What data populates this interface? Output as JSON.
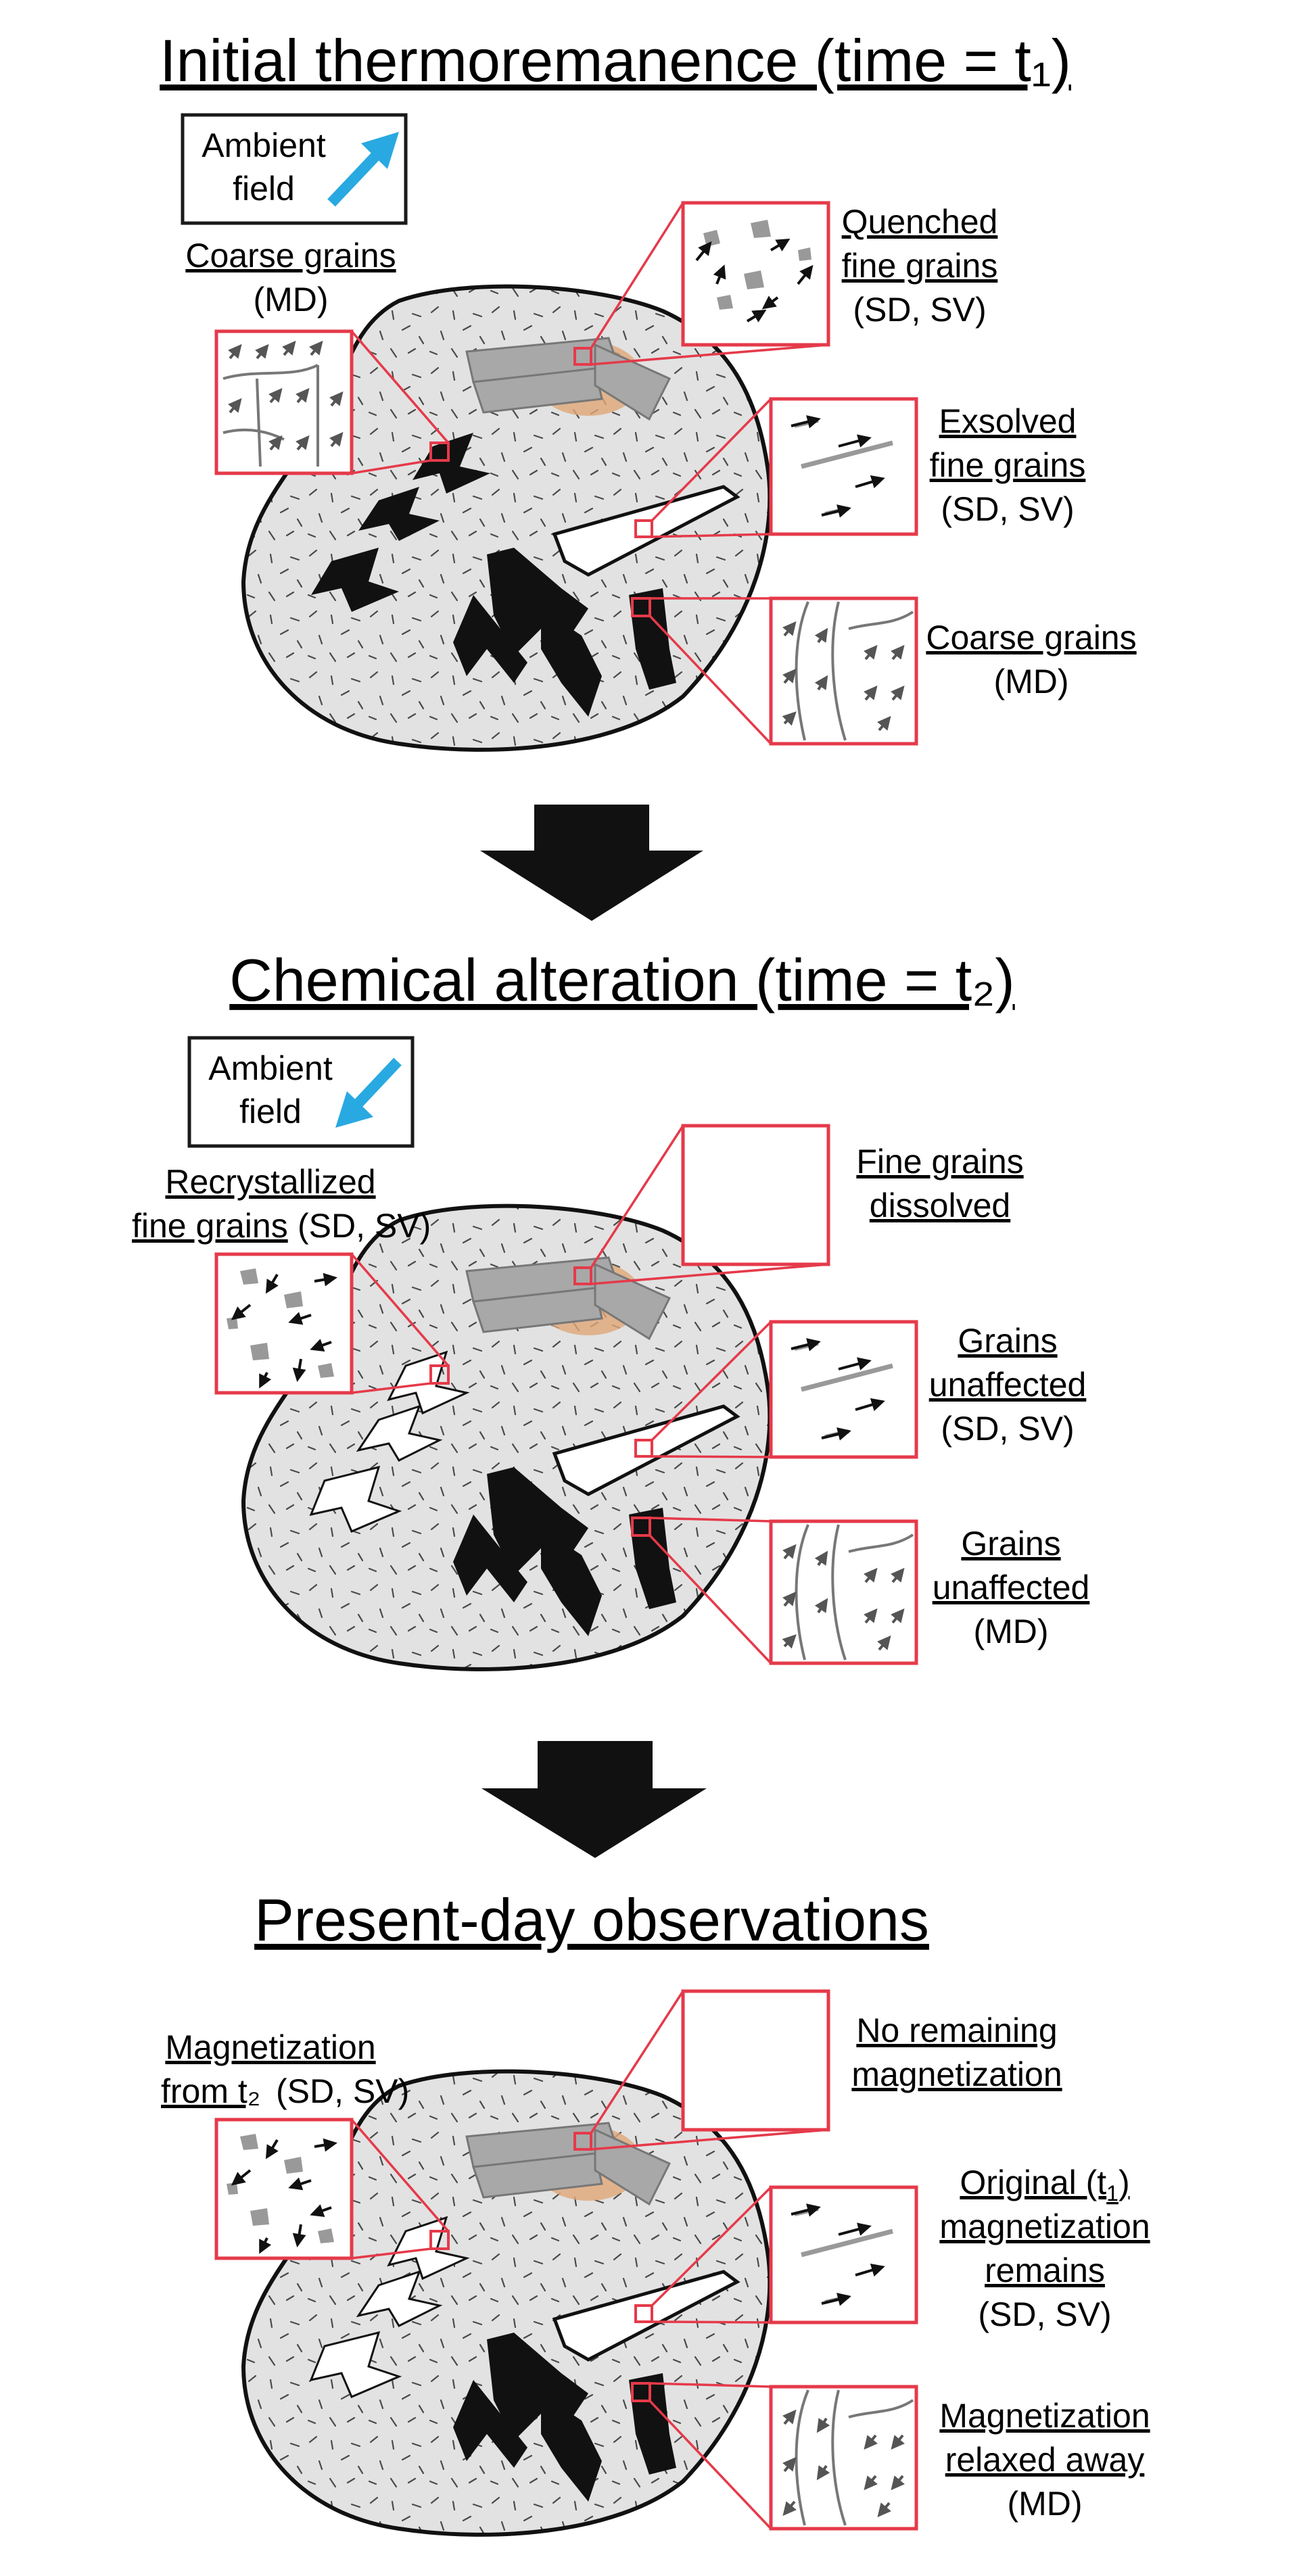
{
  "panels": [
    {
      "title": "Initial thermoremanence (time = t₁)",
      "ambient": {
        "line1": "Ambient",
        "line2": "field",
        "direction": "up-right"
      },
      "left_label": [
        "Coarse grains",
        "(MD)"
      ],
      "top_right": [
        "Quenched",
        "fine grains",
        "(SD, SV)"
      ],
      "mid_right": [
        "Exsolved",
        "fine grains",
        "(SD, SV)"
      ],
      "bottom_right": [
        "Coarse grains",
        "(MD)"
      ]
    },
    {
      "title": "Chemical alteration (time = t₂)",
      "ambient": {
        "line1": "Ambient",
        "line2": "field",
        "direction": "down-left"
      },
      "left_label": [
        "Recrystallized",
        "fine grains",
        "(SD, SV)"
      ],
      "top_right": [
        "Fine grains",
        "dissolved"
      ],
      "mid_right": [
        "Grains",
        "unaffected",
        "(SD, SV)"
      ],
      "bottom_right": [
        "Grains",
        "unaffected",
        "(MD)"
      ]
    },
    {
      "title": "Present-day observations",
      "left_label": [
        "Magnetization",
        "from t₂",
        "(SD, SV)"
      ],
      "top_right": [
        "No remaining",
        "magnetization"
      ],
      "mid_right": [
        "Original (t",
        "1",
        ")",
        "magnetization",
        "remains",
        "(SD, SV)"
      ],
      "bottom_right": [
        "Magnetization",
        "relaxed away",
        "(MD)"
      ]
    }
  ],
  "colors": {
    "inset_border": "#e53a4a",
    "field_arrow": "#29a9e1",
    "grain_gray": "#a8a8a8",
    "rock_fill": "#e2e2e2",
    "orange_halo": "#e0a878"
  }
}
